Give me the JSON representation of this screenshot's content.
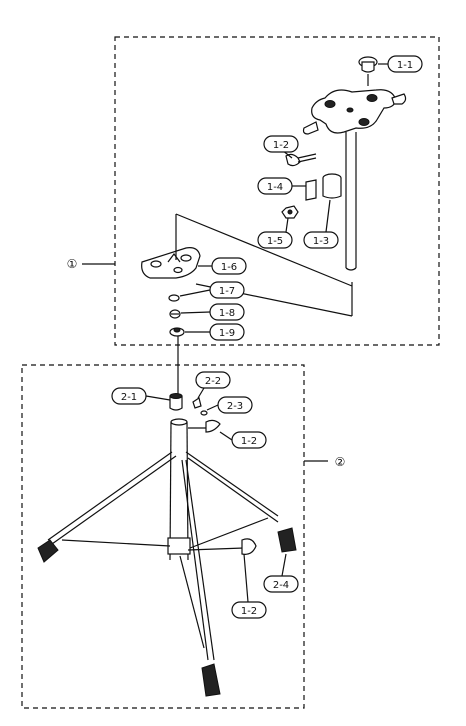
{
  "assembly_callouts": [
    {
      "id": "callout-1",
      "text": "①"
    },
    {
      "id": "callout-2",
      "text": "②"
    }
  ],
  "part_labels": [
    {
      "id": "label-1-1",
      "text": "1-1"
    },
    {
      "id": "label-1-2-top",
      "text": "1-2"
    },
    {
      "id": "label-1-4",
      "text": "1-4"
    },
    {
      "id": "label-1-5",
      "text": "1-5"
    },
    {
      "id": "label-1-3",
      "text": "1-3"
    },
    {
      "id": "label-1-6",
      "text": "1-6"
    },
    {
      "id": "label-1-7",
      "text": "1-7"
    },
    {
      "id": "label-1-8",
      "text": "1-8"
    },
    {
      "id": "label-1-9",
      "text": "1-9"
    },
    {
      "id": "label-2-1",
      "text": "2-1"
    },
    {
      "id": "label-2-2",
      "text": "2-2"
    },
    {
      "id": "label-2-3",
      "text": "2-3"
    },
    {
      "id": "label-1-2-mid",
      "text": "1-2"
    },
    {
      "id": "label-2-4",
      "text": "2-4"
    },
    {
      "id": "label-1-2-bottom",
      "text": "1-2"
    }
  ]
}
